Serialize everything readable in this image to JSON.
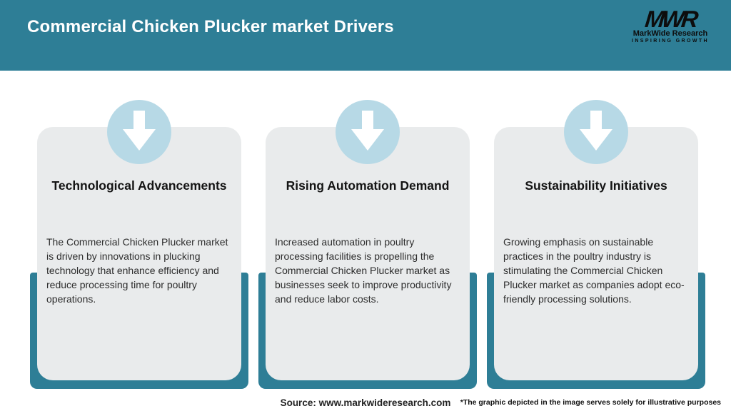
{
  "header": {
    "title": "Commercial Chicken Plucker market Drivers",
    "logo": {
      "mark": "MWR",
      "name": "MarkWide Research",
      "tagline": "INSPIRING GROWTH"
    }
  },
  "cards": [
    {
      "icon": "down-arrow-icon",
      "title": "Technological Advancements",
      "body": "The Commercial Chicken Plucker market is driven by innovations in plucking technology that enhance efficiency and reduce processing time for poultry operations."
    },
    {
      "icon": "down-arrow-icon",
      "title": "Rising Automation Demand",
      "body": "Increased automation in poultry processing facilities is propelling the Commercial Chicken Plucker market as businesses seek to improve productivity and reduce labor costs."
    },
    {
      "icon": "down-arrow-icon",
      "title": "Sustainability Initiatives",
      "body": "Growing emphasis on sustainable practices in the poultry industry is stimulating the Commercial Chicken Plucker market as companies adopt eco-friendly processing solutions."
    }
  ],
  "footer": {
    "source": "Source: www.markwideresearch.com",
    "disclaimer": "*The graphic depicted in the image serves solely for illustrative purposes"
  },
  "colors": {
    "teal": "#2e7e96",
    "circle_blue": "#b7d9e6",
    "card_gray": "#e9ebec",
    "title_white": "#ffffff",
    "logo_black": "#0d0d0d"
  }
}
